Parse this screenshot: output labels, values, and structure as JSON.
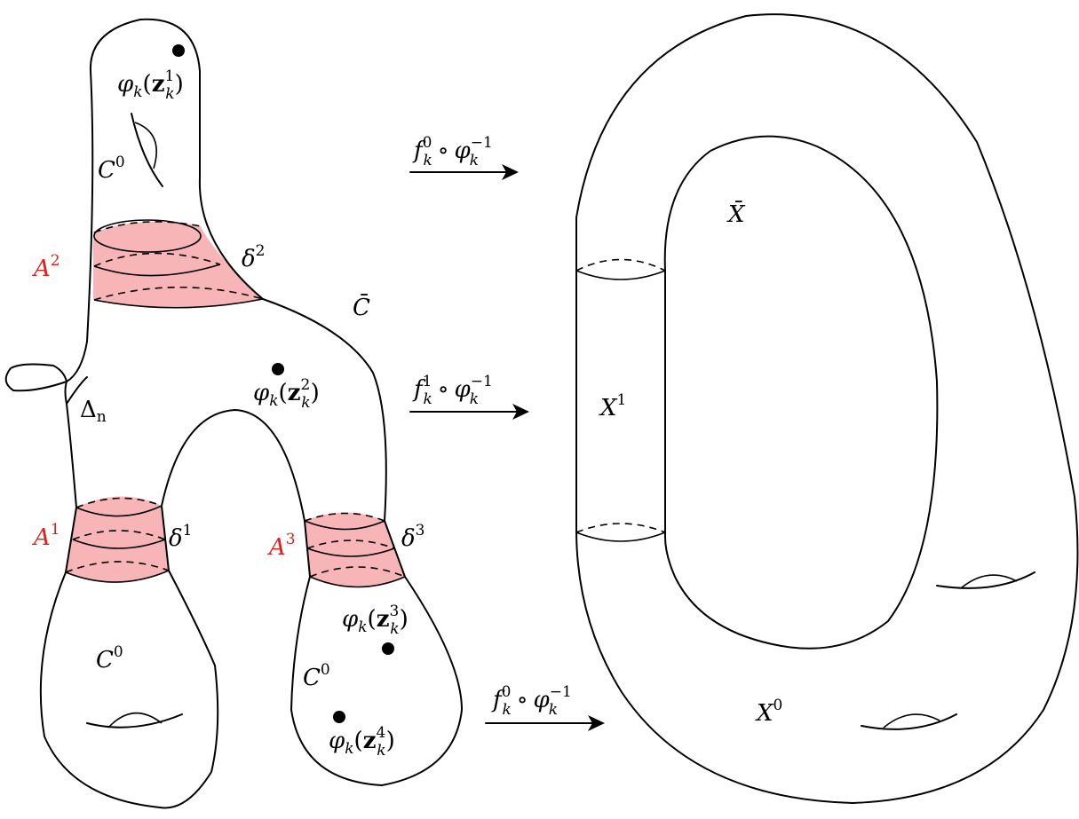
{
  "colors": {
    "annulus_fill": "#f7b5b8",
    "annulus_label": "#e0201c",
    "line": "#000000"
  },
  "left_surface": {
    "curve_label": "C̄",
    "components": [
      {
        "label": "C",
        "sup": "0"
      },
      {
        "label": "C",
        "sup": "0"
      },
      {
        "label": "C",
        "sup": "0"
      }
    ],
    "annuli": [
      {
        "label": "A",
        "sup": "1"
      },
      {
        "label": "A",
        "sup": "2"
      },
      {
        "label": "A",
        "sup": "3"
      }
    ],
    "nodes": [
      {
        "label": "δ",
        "sup": "1"
      },
      {
        "label": "δ",
        "sup": "2"
      },
      {
        "label": "δ",
        "sup": "3"
      }
    ],
    "delta_label": {
      "main": "Δ",
      "sub": "n"
    },
    "marked_points": [
      {
        "prefix": "φ",
        "sub": "k",
        "arg": "z",
        "arg_sub": "k",
        "arg_sup": "1"
      },
      {
        "prefix": "φ",
        "sub": "k",
        "arg": "z",
        "arg_sub": "k",
        "arg_sup": "2"
      },
      {
        "prefix": "φ",
        "sub": "k",
        "arg": "z",
        "arg_sub": "k",
        "arg_sup": "3"
      },
      {
        "prefix": "φ",
        "sub": "k",
        "arg": "z",
        "arg_sub": "k",
        "arg_sup": "4"
      }
    ]
  },
  "maps": [
    {
      "f": "f",
      "f_sub": "k",
      "f_sup": "0",
      "op": "∘",
      "phi": "φ",
      "phi_sub": "k",
      "phi_sup": "−1"
    },
    {
      "f": "f",
      "f_sub": "k",
      "f_sup": "1",
      "op": "∘",
      "phi": "φ",
      "phi_sub": "k",
      "phi_sup": "−1"
    },
    {
      "f": "f",
      "f_sub": "k",
      "f_sup": "0",
      "op": "∘",
      "phi": "φ",
      "phi_sub": "k",
      "phi_sup": "−1"
    }
  ],
  "right_surface": {
    "total_label": "X̄",
    "pieces": [
      {
        "label": "X",
        "sup": "1"
      },
      {
        "label": "X",
        "sup": "0"
      }
    ]
  }
}
